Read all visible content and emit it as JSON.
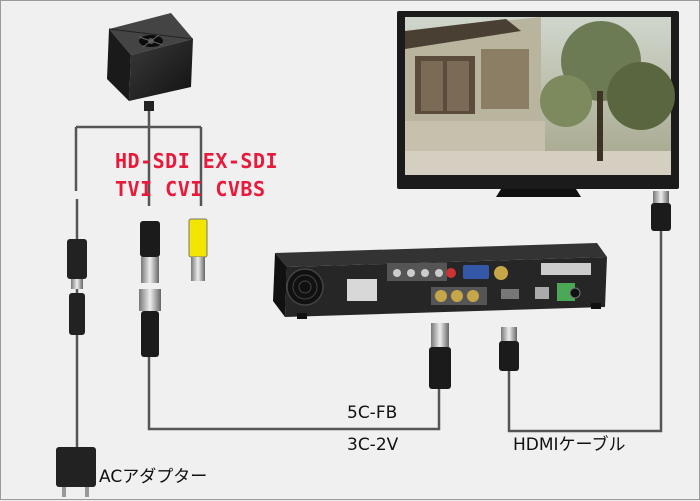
{
  "signals": {
    "line1": "HD-SDI EX-SDI",
    "line2": "TVI CVI CVBS"
  },
  "cables": {
    "coax_line1": "5C-FB",
    "coax_line2": "3C-2V",
    "hdmi": "HDMIケーブル",
    "power": "ACアダプター"
  },
  "colors": {
    "signal_text": "#e8193a",
    "cable": "#555555",
    "rca_yellow": "#f2e600"
  },
  "icons": [
    "camera-icon",
    "monitor-icon",
    "dvr-icon",
    "bnc-connector-icon",
    "rca-connector-icon",
    "hdmi-connector-icon",
    "ac-adapter-icon",
    "dc-connector-icon"
  ]
}
